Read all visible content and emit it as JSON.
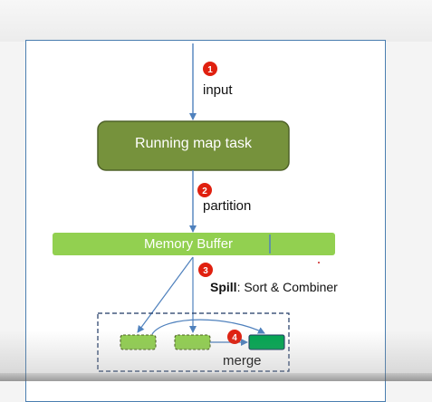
{
  "diagram": {
    "input_label": "input",
    "map_task_label": "Running map task",
    "partition_label": "partition",
    "memory_buffer_label": "Memory Buffer",
    "spill_bold": "Spill",
    "spill_rest": ": Sort & Combiner",
    "merge_label": "merge",
    "steps": [
      "1",
      "2",
      "3",
      "4"
    ],
    "colors": {
      "map_task_fill": "#76923c",
      "buffer_fill": "#92d050",
      "spill_file_fill": "#92d050",
      "merged_file_fill": "#00a550",
      "arrow": "#4f81bd",
      "badge": "#e0200f",
      "slide_border": "#4a7eb0"
    }
  }
}
